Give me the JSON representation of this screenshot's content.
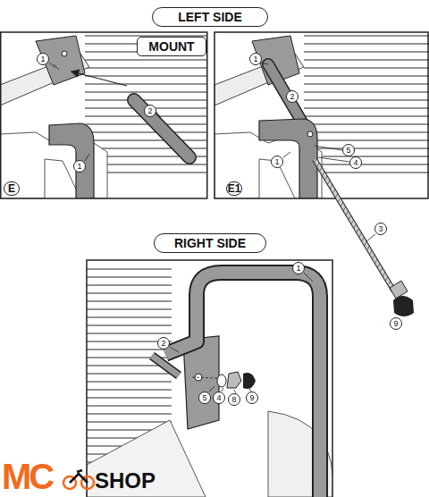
{
  "diagram": {
    "nodes": [
      {
        "text": [
          "LEFT SIDE"
        ]
      },
      {
        "text": [
          "MOUNT"
        ]
      },
      {
        "text": [
          "RIGHT SIDE"
        ]
      }
    ],
    "labels": [
      "1",
      "2",
      "1",
      "E",
      "1",
      "2",
      "1",
      "5",
      "4",
      "E1",
      "3",
      "9",
      "1",
      "2",
      "5",
      "4",
      "8",
      "9",
      "MC",
      "SHOP"
    ]
  }
}
